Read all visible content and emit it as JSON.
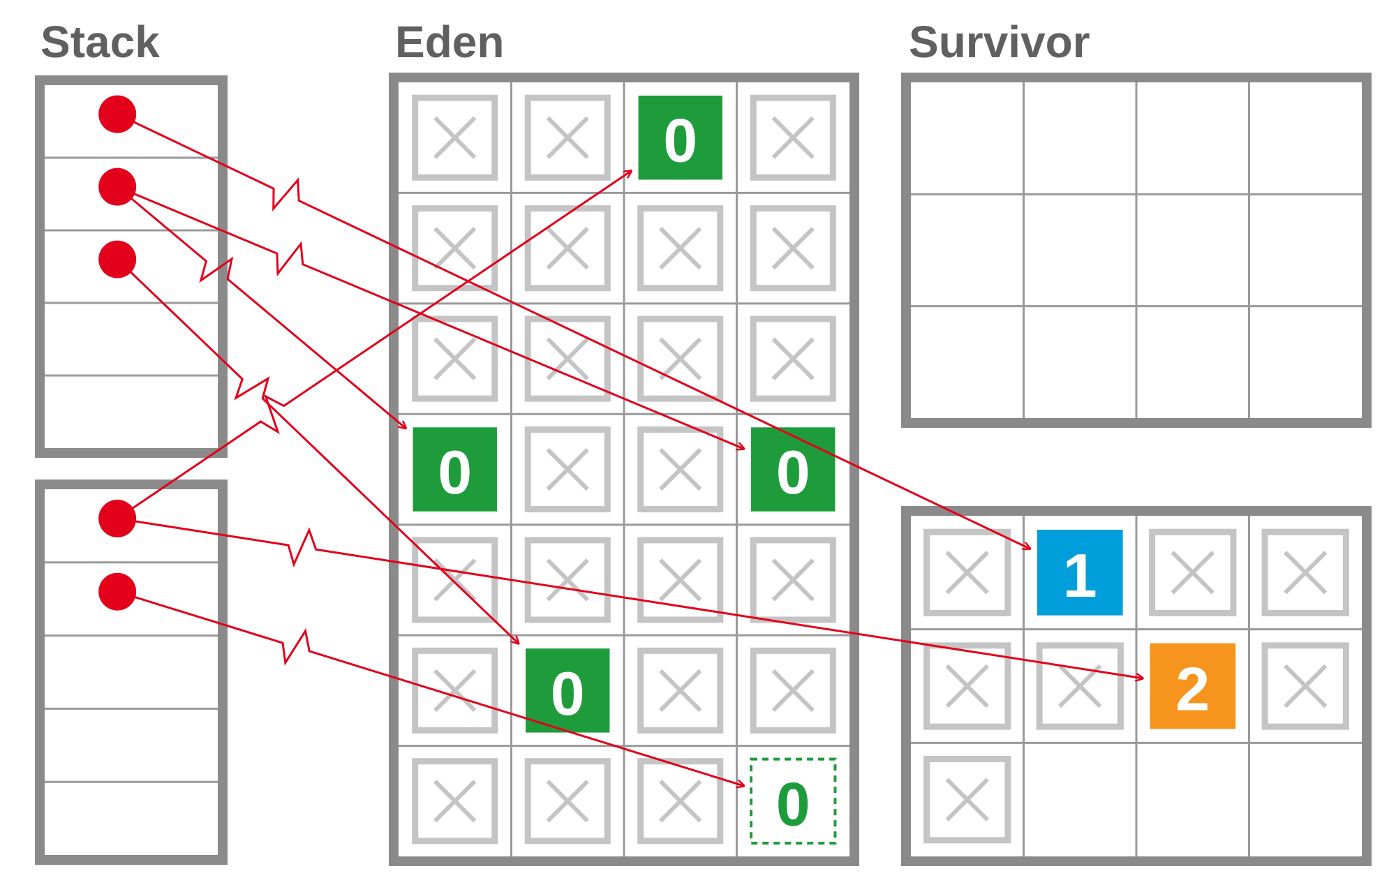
{
  "sections": {
    "stack": {
      "title": "Stack"
    },
    "eden": {
      "title": "Eden"
    },
    "survivor": {
      "title": "Survivor"
    }
  },
  "colors": {
    "frame": "#8a8a8a",
    "grid": "#9a9a9a",
    "dead_object": "#c4c4c4",
    "pointer": "#e3001b",
    "age0": "#1e9c3c",
    "age1": "#009fdc",
    "age2": "#f7941d"
  },
  "stack_frames": [
    {
      "slots": 5,
      "pointer_slots": [
        0,
        1,
        2
      ]
    },
    {
      "slots": 5,
      "pointer_slots": [
        0,
        1
      ]
    }
  ],
  "eden": {
    "rows": 7,
    "cols": 4,
    "cells": [
      [
        "dead",
        "dead",
        {
          "label": "0",
          "style": "age0"
        },
        "dead"
      ],
      [
        "dead",
        "dead",
        "dead",
        "dead"
      ],
      [
        "dead",
        "dead",
        "dead",
        "dead"
      ],
      [
        {
          "label": "0",
          "style": "age0"
        },
        "dead",
        "dead",
        {
          "label": "0",
          "style": "age0"
        }
      ],
      [
        "dead",
        "dead",
        "dead",
        "dead"
      ],
      [
        "dead",
        {
          "label": "0",
          "style": "age0"
        },
        "dead",
        "dead"
      ],
      [
        "dead",
        "dead",
        "dead",
        {
          "label": "0",
          "style": "age0-dotted"
        }
      ]
    ]
  },
  "survivor_empty": {
    "rows": 3,
    "cols": 4
  },
  "survivor_used": {
    "rows": 3,
    "cols": 4,
    "cells": [
      [
        "dead",
        {
          "label": "1",
          "style": "age1"
        },
        "dead",
        "dead"
      ],
      [
        "dead",
        "dead",
        {
          "label": "2",
          "style": "age2"
        },
        "dead"
      ],
      [
        "dead",
        "empty",
        "empty",
        "empty"
      ]
    ]
  },
  "references": [
    {
      "from": "stack-0-0",
      "to": "survivor_used-0-1"
    },
    {
      "from": "stack-0-1",
      "to": "eden-3-0"
    },
    {
      "from": "stack-0-1",
      "to": "eden-3-3"
    },
    {
      "from": "stack-0-2",
      "to": "eden-5-1"
    },
    {
      "from": "stack-1-0",
      "to": "eden-0-2"
    },
    {
      "from": "stack-1-0",
      "to": "survivor_used-1-2"
    },
    {
      "from": "stack-1-1",
      "to": "eden-6-3"
    }
  ]
}
